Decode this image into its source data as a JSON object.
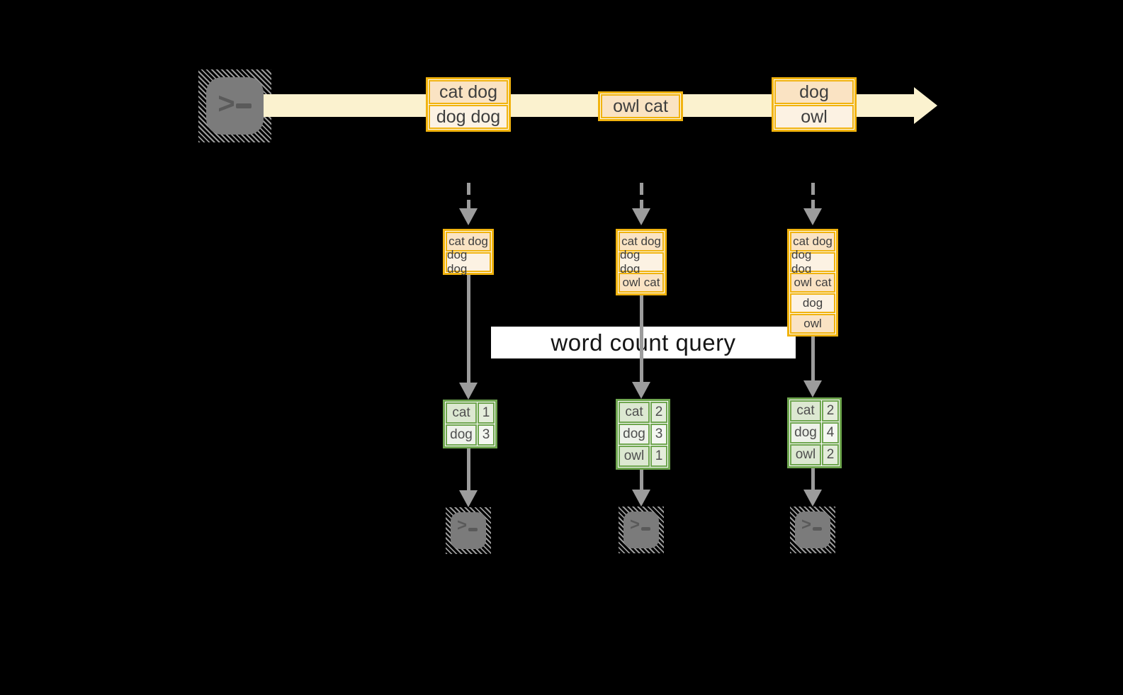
{
  "colors": {
    "background": "#000000",
    "gold_border": "#F1B30E",
    "peach_dark": "#FAE3C3",
    "peach_light": "#FCF2E3",
    "stream_band": "#FBF2CF",
    "green_border": "#6FA64F",
    "arrow_gray": "#9C9C9C",
    "terminal_gray": "#7B7B7B",
    "banner_bg": "#FFFFFF"
  },
  "icons": {
    "terminal_chevron": ">",
    "terminal_underscore": ""
  },
  "stream": {
    "batches": [
      {
        "rows": [
          "cat dog",
          "dog dog"
        ]
      },
      {
        "rows": [
          "owl cat"
        ]
      },
      {
        "rows": [
          "dog",
          "owl"
        ]
      }
    ]
  },
  "query": {
    "label": "word count query"
  },
  "columns": [
    {
      "input": [
        "cat dog",
        "dog dog"
      ],
      "result": [
        {
          "word": "cat",
          "count": "1"
        },
        {
          "word": "dog",
          "count": "3"
        }
      ]
    },
    {
      "input": [
        "cat dog",
        "dog dog",
        "owl cat"
      ],
      "result": [
        {
          "word": "cat",
          "count": "2"
        },
        {
          "word": "dog",
          "count": "3"
        },
        {
          "word": "owl",
          "count": "1"
        }
      ]
    },
    {
      "input": [
        "cat dog",
        "dog dog",
        "owl cat",
        "dog",
        "owl"
      ],
      "result": [
        {
          "word": "cat",
          "count": "2"
        },
        {
          "word": "dog",
          "count": "4"
        },
        {
          "word": "owl",
          "count": "2"
        }
      ]
    }
  ]
}
